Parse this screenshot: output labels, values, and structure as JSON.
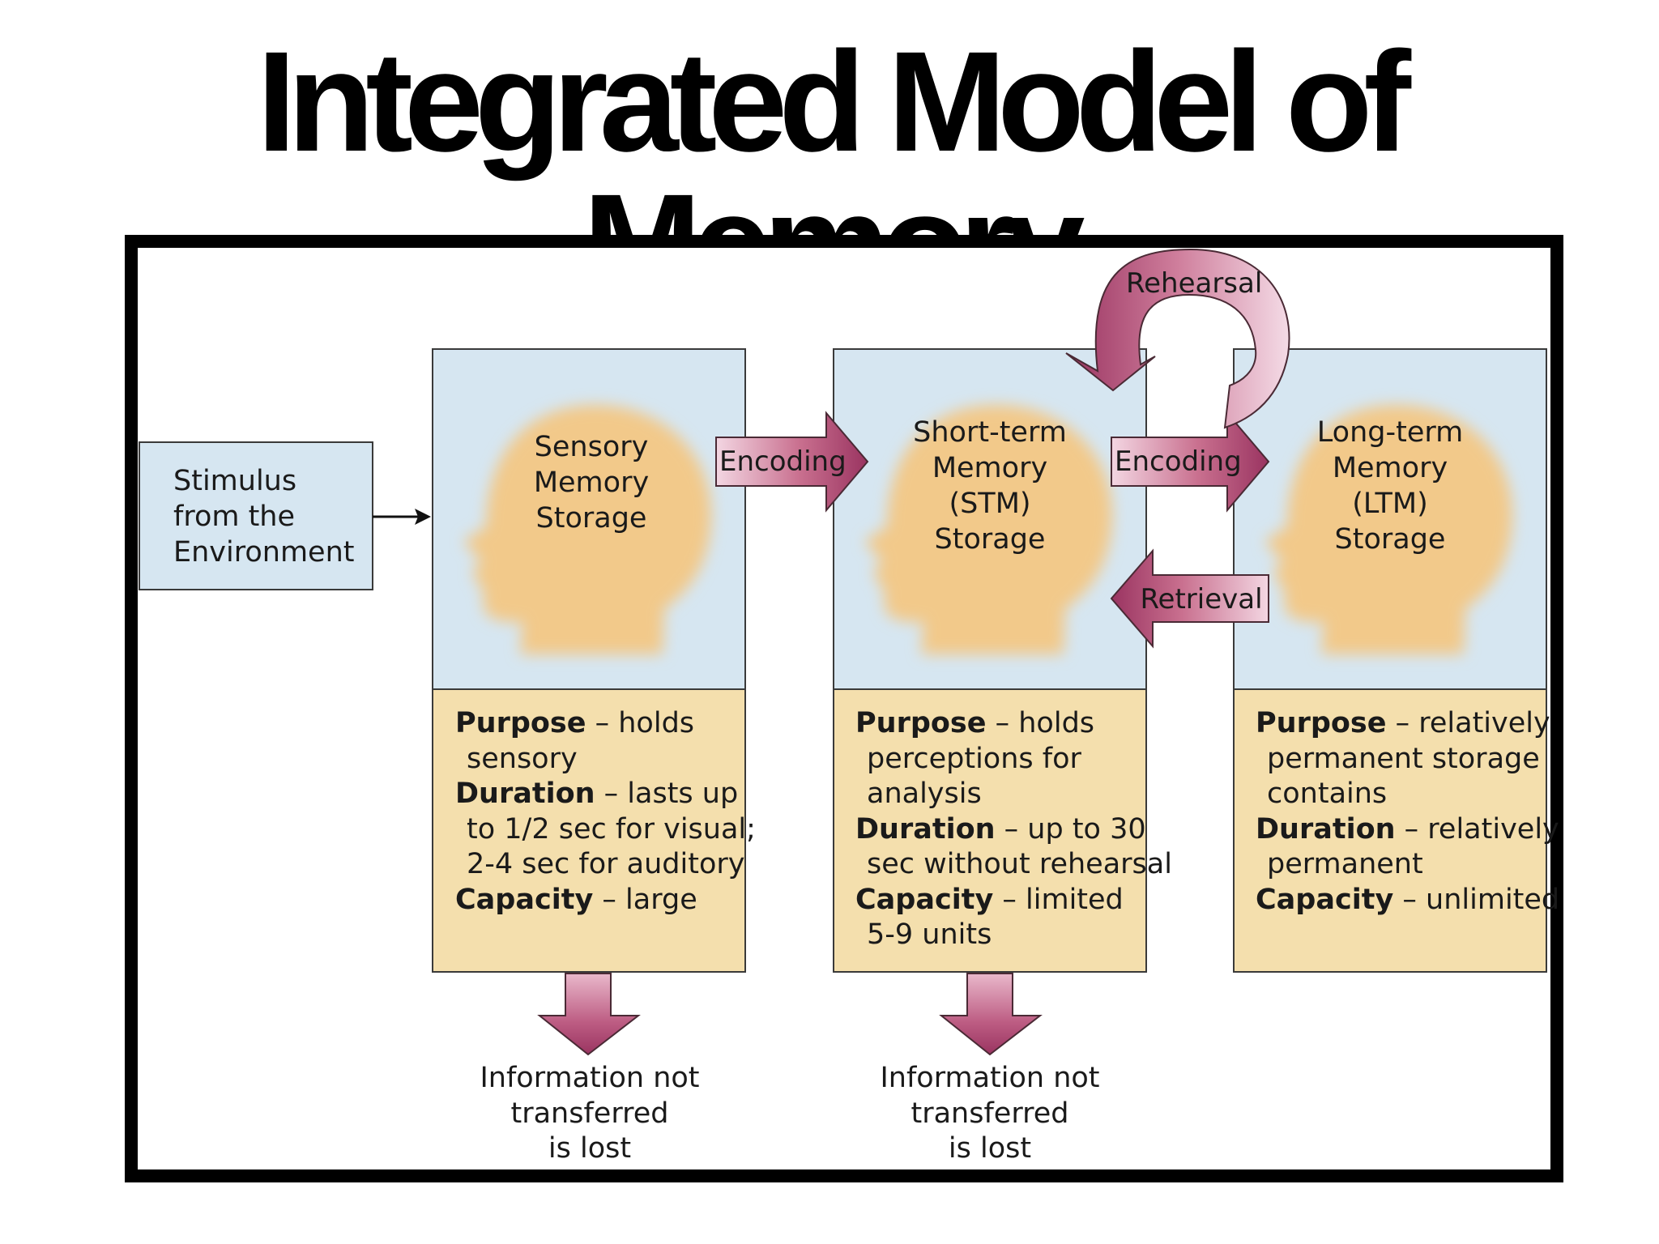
{
  "title": "Integrated Model of Memory",
  "stimulus": {
    "lines": [
      "Stimulus",
      "from the",
      "Environment"
    ]
  },
  "stages": [
    {
      "head_lines": [
        "Sensory",
        "Memory",
        "Storage"
      ],
      "purpose_label": "Purpose",
      "purpose_lines": [
        " – holds",
        "sensory"
      ],
      "duration_label": "Duration",
      "duration_lines": [
        "  – lasts up",
        "to 1/2 sec for visual;",
        "2-4 sec for auditory"
      ],
      "capacity_label": "Capacity",
      "capacity_lines": [
        " – large"
      ]
    },
    {
      "head_lines": [
        "Short-term",
        "Memory",
        "(STM)",
        "Storage"
      ],
      "purpose_label": "Purpose",
      "purpose_lines": [
        " – holds",
        "perceptions for",
        "analysis"
      ],
      "duration_label": "Duration",
      "duration_lines": [
        "  – up to 30",
        "sec without rehearsal"
      ],
      "capacity_label": "Capacity",
      "capacity_lines": [
        " – limited",
        "5-9 units"
      ]
    },
    {
      "head_lines": [
        "Long-term",
        "Memory",
        "(LTM)",
        "Storage"
      ],
      "purpose_label": "Purpose",
      "purpose_lines": [
        " – relatively",
        "permanent storage",
        "contains"
      ],
      "duration_label": "Duration",
      "duration_lines": [
        "  – relatively",
        "permanent"
      ],
      "capacity_label": "Capacity",
      "capacity_lines": [
        " – unlimited"
      ]
    }
  ],
  "arrows": {
    "encoding_1": "Encoding",
    "encoding_2": "Encoding",
    "retrieval": "Retrieval",
    "rehearsal": "Rehearsal"
  },
  "lost": [
    [
      "Information not",
      "transferred",
      "is lost"
    ],
    [
      "Information not",
      "transferred",
      "is lost"
    ]
  ],
  "colors": {
    "storage_blue": "#d6e6f1",
    "info_tan": "#f4dfad",
    "head": "#f2c98a",
    "arrow_dark": "#9c3a64",
    "arrow_light": "#f1cfdc",
    "border": "#3a3a3a"
  }
}
